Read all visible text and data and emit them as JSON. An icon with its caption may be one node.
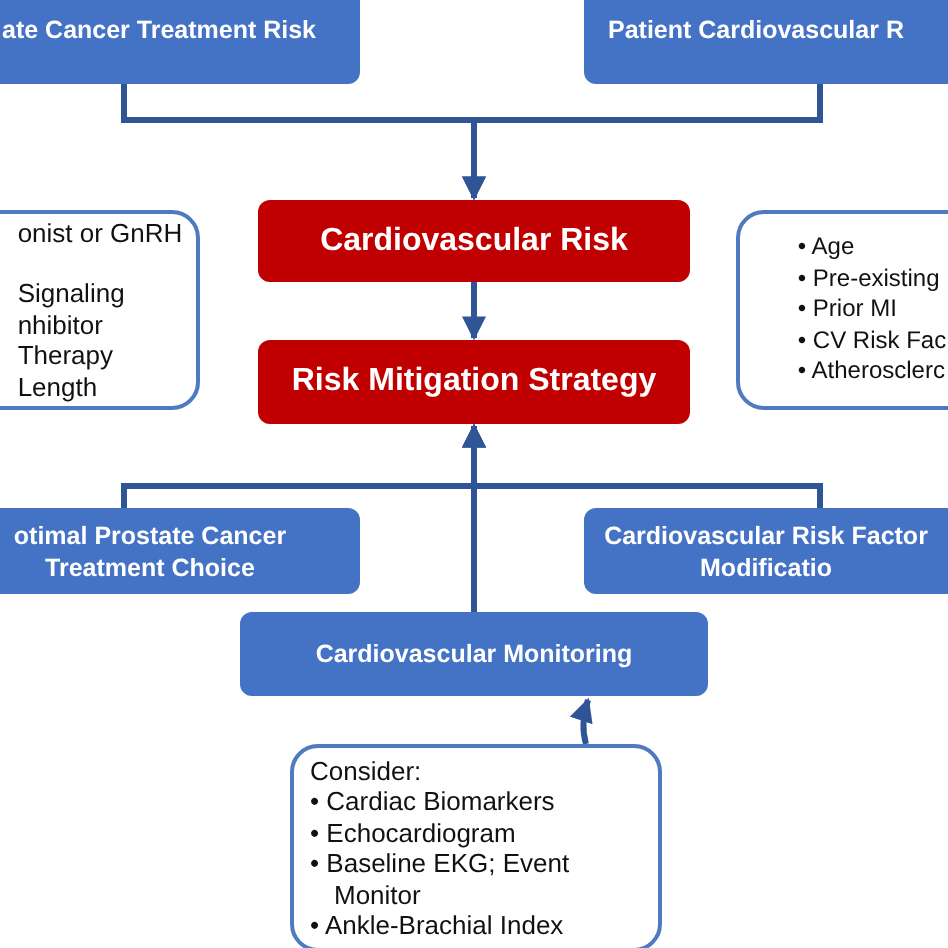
{
  "diagram": {
    "nodes": [
      {
        "text": [
          "ate Cancer Treatment Risk"
        ]
      },
      {
        "text": [
          "Patient Cardiovascular R"
        ]
      },
      {
        "text": [
          "onist or GnRH",
          "Signaling",
          "nhibitor",
          "Therapy",
          "Length"
        ]
      },
      {
        "text": [
          "Cardiovascular Risk"
        ]
      },
      {
        "text": [
          "• Age",
          "• Pre-existing",
          "• Prior MI",
          "• CV Risk Fac",
          "• Atherosclerc"
        ]
      },
      {
        "text": [
          "Risk Mitigation Strategy"
        ]
      },
      {
        "text": [
          "otimal Prostate Cancer Treatment Choice"
        ]
      },
      {
        "text": [
          "Cardiovascular Risk Factor Modificatio"
        ]
      },
      {
        "text": [
          "Cardiovascular Monitoring"
        ]
      },
      {
        "text": [
          "Consider:",
          "• Cardiac Biomarkers",
          "• Echocardiogram",
          "• Baseline EKG; Event Monitor",
          "• Ankle-Brachial Index"
        ]
      }
    ],
    "edges": [
      {
        "from": 0,
        "to": 3,
        "arrow": "to"
      },
      {
        "from": 1,
        "to": 3,
        "arrow": "to"
      },
      {
        "from": 3,
        "to": 5,
        "arrow": "to"
      },
      {
        "from": 6,
        "to": 5,
        "arrow": "to"
      },
      {
        "from": 7,
        "to": 5,
        "arrow": "to"
      },
      {
        "from": 8,
        "to": 5,
        "arrow": "to"
      },
      {
        "from": 9,
        "to": 8,
        "arrow": "to"
      }
    ]
  }
}
